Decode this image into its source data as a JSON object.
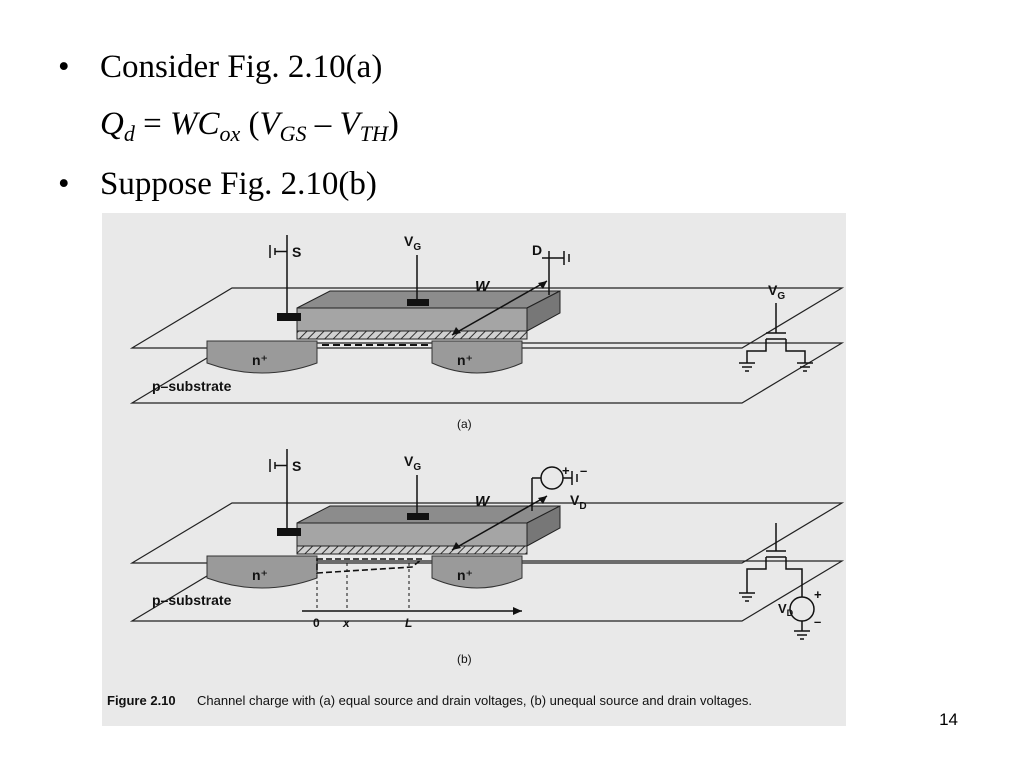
{
  "bullets": [
    {
      "symbol": "•",
      "text": "Consider Fig. 2.10(a)"
    },
    {
      "symbol": "•",
      "text": "Suppose Fig. 2.10(b)"
    }
  ],
  "equation": {
    "lhs": "Q",
    "lhs_sub": "d",
    "eq": " = ",
    "w": "WC",
    "w_sub": "ox",
    "open": " (",
    "v1": "V",
    "v1_sub": "GS",
    "minus": " – ",
    "v2": "V",
    "v2_sub": "TH",
    "close": ")"
  },
  "figure": {
    "a": {
      "source_label": "S",
      "gate_label": "V",
      "gate_sub": "G",
      "drain_label": "D",
      "width_label": "W",
      "n_left": "n⁺",
      "n_right": "n⁺",
      "substrate": "p–substrate",
      "sublabel": "(a)",
      "sym_gate": "V",
      "sym_gate_sub": "G"
    },
    "b": {
      "source_label": "S",
      "gate_label": "V",
      "gate_sub": "G",
      "vd_label": "V",
      "vd_sub": "D",
      "plus": "+",
      "minus": "–",
      "width_label": "W",
      "n_left": "n⁺",
      "n_right": "n⁺",
      "substrate": "p–substrate",
      "axis_0": "0",
      "axis_x": "x",
      "axis_L": "L",
      "sublabel": "(b)",
      "sym_vd": "V",
      "sym_vd_sub": "D"
    },
    "caption_title": "Figure 2.10",
    "caption_text": "Channel charge with (a) equal source and drain voltages, (b) unequal source and drain voltages."
  },
  "page_number": "14"
}
